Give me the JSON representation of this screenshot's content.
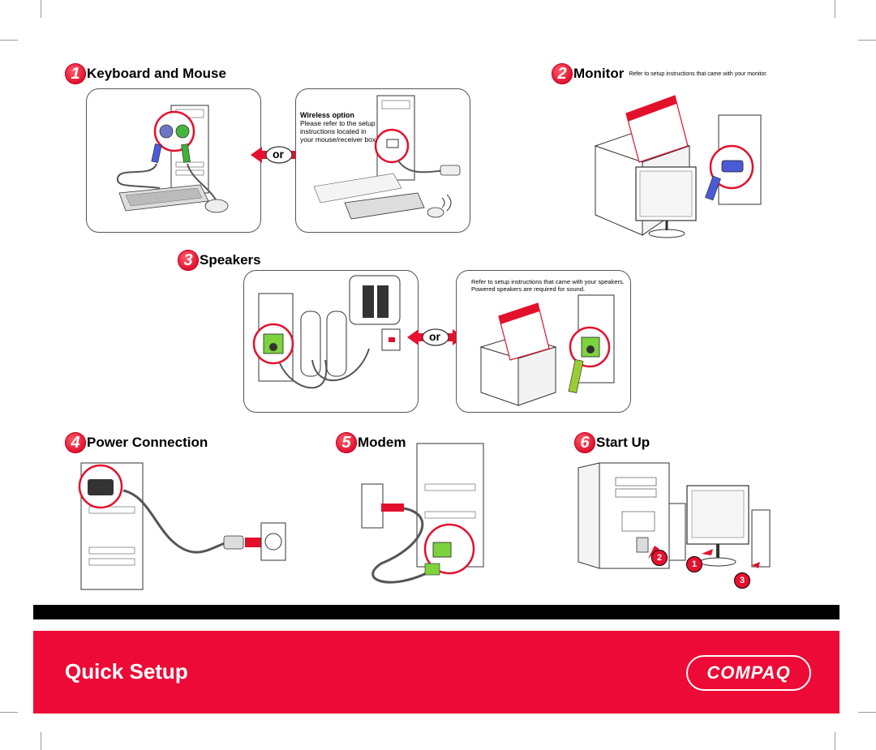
{
  "steps": [
    {
      "number": "1",
      "title": "Keyboard and Mouse"
    },
    {
      "number": "2",
      "title": "Monitor",
      "note": "Refer to setup instructions that came with your monitor."
    },
    {
      "number": "3",
      "title": "Speakers"
    },
    {
      "number": "4",
      "title": "Power Connection"
    },
    {
      "number": "5",
      "title": "Modem"
    },
    {
      "number": "6",
      "title": "Start Up"
    }
  ],
  "keyboard": {
    "or_label": "or",
    "wireless_title": "Wireless option",
    "wireless_text": "Please refer to the setup instructions located in your mouse/receiver box."
  },
  "speakers": {
    "or_label": "or",
    "note": "Refer to setup instructions that came with your speakers. Powered speakers are required for sound."
  },
  "startup": {
    "callouts": [
      "1",
      "2",
      "3"
    ]
  },
  "footer": {
    "title": "Quick Setup",
    "brand": "COMPAQ"
  },
  "colors": {
    "accent_red": "#ee0a36",
    "black_bar": "#000000"
  }
}
